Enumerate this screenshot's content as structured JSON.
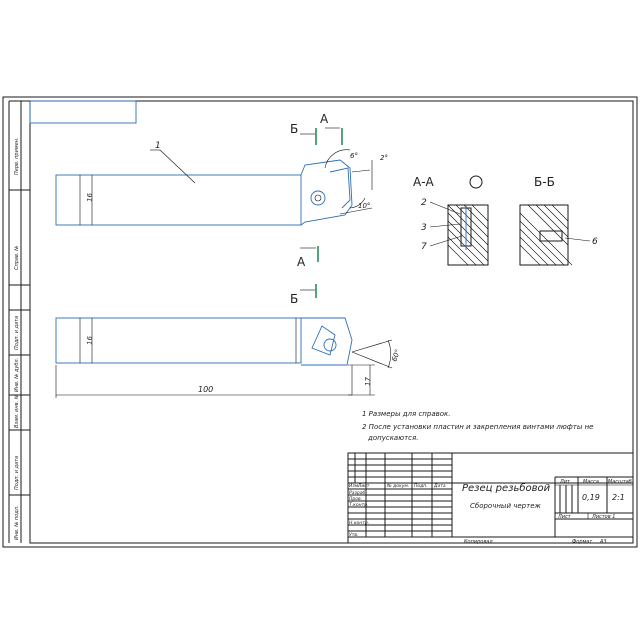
{
  "sections": {
    "a_mark": "А",
    "b_mark": "Б",
    "aa_title": "А-А",
    "bb_title": "Б-Б"
  },
  "dims": {
    "body_height_top": "16",
    "body_height_bottom": "16",
    "length": "100",
    "thread_angle": "60°",
    "relief_angle": "10°",
    "edge_angle": "2°",
    "rake_angle": "6°",
    "nose_height": "17"
  },
  "callouts": {
    "c1": "1",
    "c2": "2",
    "c3": "3",
    "c7": "7",
    "c6": "6"
  },
  "notes": {
    "n1": "1 Размеры для справок.",
    "n2": "2 После установки пластин и закрепления винтами люфты не",
    "n2b": "допускаются."
  },
  "sidebar": {
    "s1": "Перв. примен.",
    "s2": "Справ. №",
    "s3": "Подп. и дата",
    "s4": "Инв. № дубл.",
    "s5": "Взам. инв. №",
    "s6": "Подп. и дата",
    "s7": "Инв. № подл."
  },
  "title_block": {
    "name_line1": "Резец резьбовой",
    "name_line2": "Сборочный чертеж",
    "lit_header": "Лит.",
    "mass_header": "Масса",
    "scale_header": "Масштаб",
    "mass_value": "0,19",
    "scale_value": "2:1",
    "sheet_label": "Лист",
    "sheets_label": "Листов 1",
    "rows": [
      "Изм.",
      "Лист",
      "№ докум.",
      "Подп.",
      "Дата"
    ],
    "roles": [
      "Разраб.",
      "Пров.",
      "Т.контр.",
      "",
      "Н.контр.",
      "Утв."
    ],
    "copied": "Копировал",
    "format": "Формат",
    "format_value": "А3"
  }
}
